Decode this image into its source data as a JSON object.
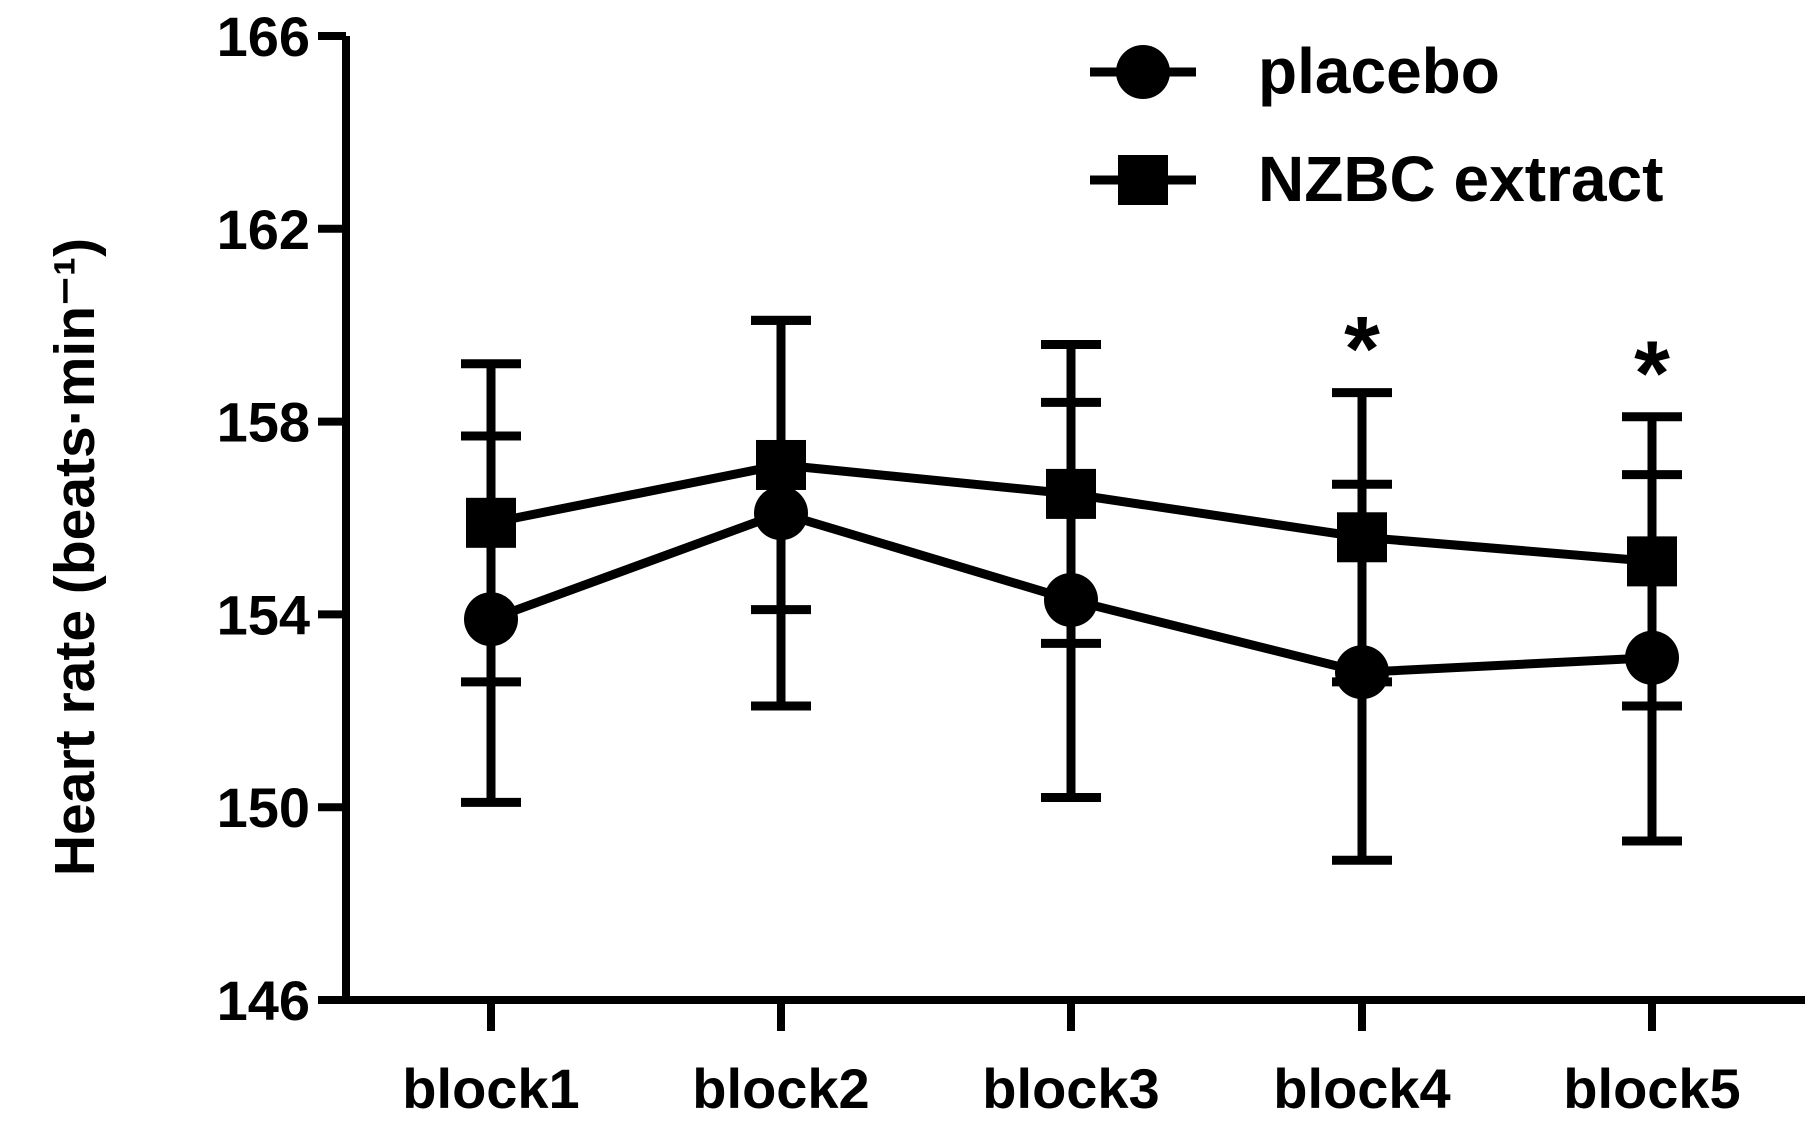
{
  "chart_data": {
    "type": "line",
    "title": "",
    "xlabel": "",
    "ylabel": "Heart rate (beats·min⁻¹)",
    "categories": [
      "block1",
      "block2",
      "block3",
      "block4",
      "block5"
    ],
    "ylim": [
      146,
      166
    ],
    "yticks": [
      146,
      150,
      154,
      158,
      162,
      166
    ],
    "grid": false,
    "legend_position": "top-right",
    "series": [
      {
        "name": "placebo",
        "marker": "circle",
        "color": "#000000",
        "values": [
          153.9,
          156.1,
          154.3,
          152.8,
          153.1
        ],
        "error": [
          3.8,
          4.0,
          4.1,
          3.9,
          3.8
        ]
      },
      {
        "name": "NZBC extract",
        "marker": "square",
        "color": "#000000",
        "values": [
          155.9,
          157.1,
          156.5,
          155.6,
          155.1
        ],
        "error": [
          3.3,
          3.0,
          3.1,
          3.0,
          3.0
        ]
      }
    ],
    "annotations": [
      {
        "category": "block4",
        "text": "*"
      },
      {
        "category": "block5",
        "text": "*"
      }
    ]
  }
}
